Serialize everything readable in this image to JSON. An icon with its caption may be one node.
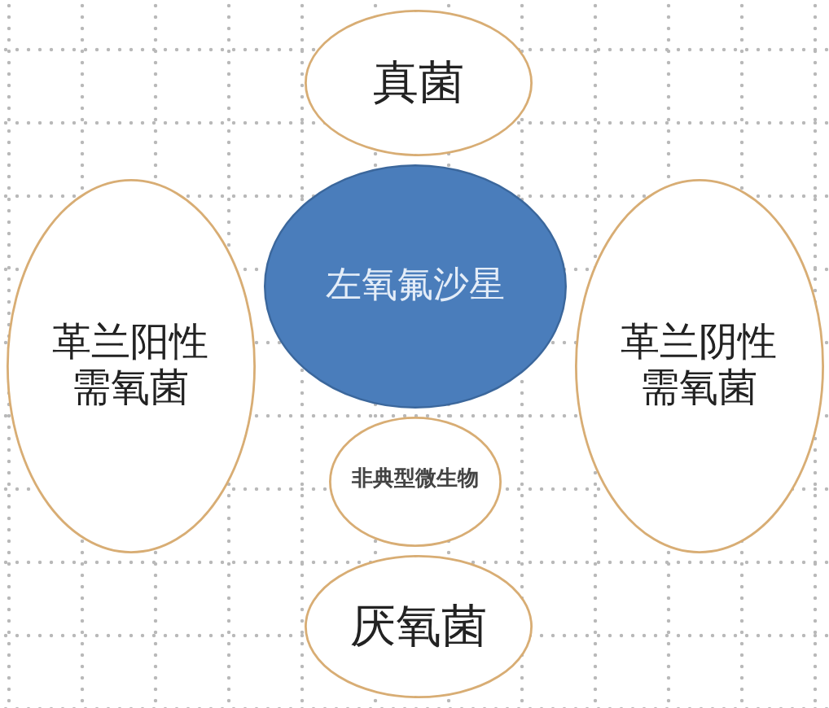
{
  "diagram": {
    "nodes": [
      {
        "text": [
          "真菌"
        ]
      },
      {
        "text": [
          "革兰阳性需氧菌"
        ]
      },
      {
        "text": [
          "左氧氟沙星"
        ]
      },
      {
        "text": [
          "革兰阴性需氧菌"
        ]
      },
      {
        "text": [
          "非典型微生物"
        ]
      },
      {
        "text": [
          "厌氧菌"
        ]
      }
    ]
  }
}
